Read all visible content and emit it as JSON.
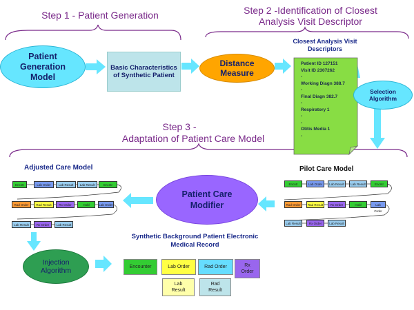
{
  "steps": {
    "step1": "Step 1 - Patient Generation",
    "step2": "Step 2 -Identification of Closest Analysis Visit Descriptor",
    "step3_line1": "Step 3 -",
    "step3_line2": "Adaptation of Patient Care Model"
  },
  "top_row": {
    "patient_generation_model": "Patient Generation Model",
    "basic_characteristics": "Basic Characteristics of Synthetic Patient",
    "distance_measure": "Distance Measure",
    "closest_title": "Closest Analysis Visit  Descriptors",
    "note_lines": [
      "Patient ID 127151",
      "Visit ID 2307262",
      "-",
      "Working Diagn 388.7",
      "-",
      "Final Diagn 382.7",
      "-",
      "Respiratory 1",
      "-",
      "-",
      "Otitis Media 1",
      "-"
    ],
    "selection_algorithm": "Selection Algorithm"
  },
  "middle": {
    "adjusted_title": "Adjusted Care Model",
    "pilot_title": "Pilot Care Model",
    "modifier": "Patient Care Modifier",
    "injection": "Injection Algorithm",
    "synthetic_title": "Synthetic Background Patient Electronic Medical Record"
  },
  "adjusted_rows": [
    [
      "Encntr",
      "Lab Order",
      "Lab Result",
      "Lab Result",
      "Encntr"
    ],
    [
      "Rad Order",
      "Rad Result",
      "Rx Order",
      "Hold",
      "Lab Order"
    ],
    [
      "Lab Result",
      "Rx Order",
      "Lab Result"
    ]
  ],
  "pilot_rows": [
    [
      "Encntr",
      "Lab Order",
      "Lab Result",
      "Lab Result",
      "Encntr"
    ],
    [
      "Rad Order",
      "Rad Result",
      "Rx Order",
      "Hold",
      "Lab Order"
    ],
    [
      "Lab Result",
      "Rx Order",
      "Lab Result"
    ]
  ],
  "legend": {
    "encounter": "Encounter",
    "lab_order": "Lab Order",
    "rad_order": "Rad Order",
    "rx_order": "Rx Order",
    "lab_result": "Lab Result",
    "rad_result": "Rad Result"
  },
  "colors": {
    "encounter": "#33cc33",
    "lab_order": "#ffff44",
    "rad_order": "#66ddff",
    "rx_order": "#9966ee",
    "lab_result": "#ffffaa",
    "rad_result": "#bde4ea",
    "adjusted_rad_order": "#ff9933",
    "hold": "#33cc33",
    "lab_order_node": "#7799ee",
    "lab_result_node": "#99ccee",
    "oval_cyan": "#66e6ff",
    "oval_orange": "#ffa500",
    "oval_purple": "#9966ff",
    "oval_green": "#2e9e52",
    "arrow": "#66e6ff",
    "note": "#88dd44"
  }
}
